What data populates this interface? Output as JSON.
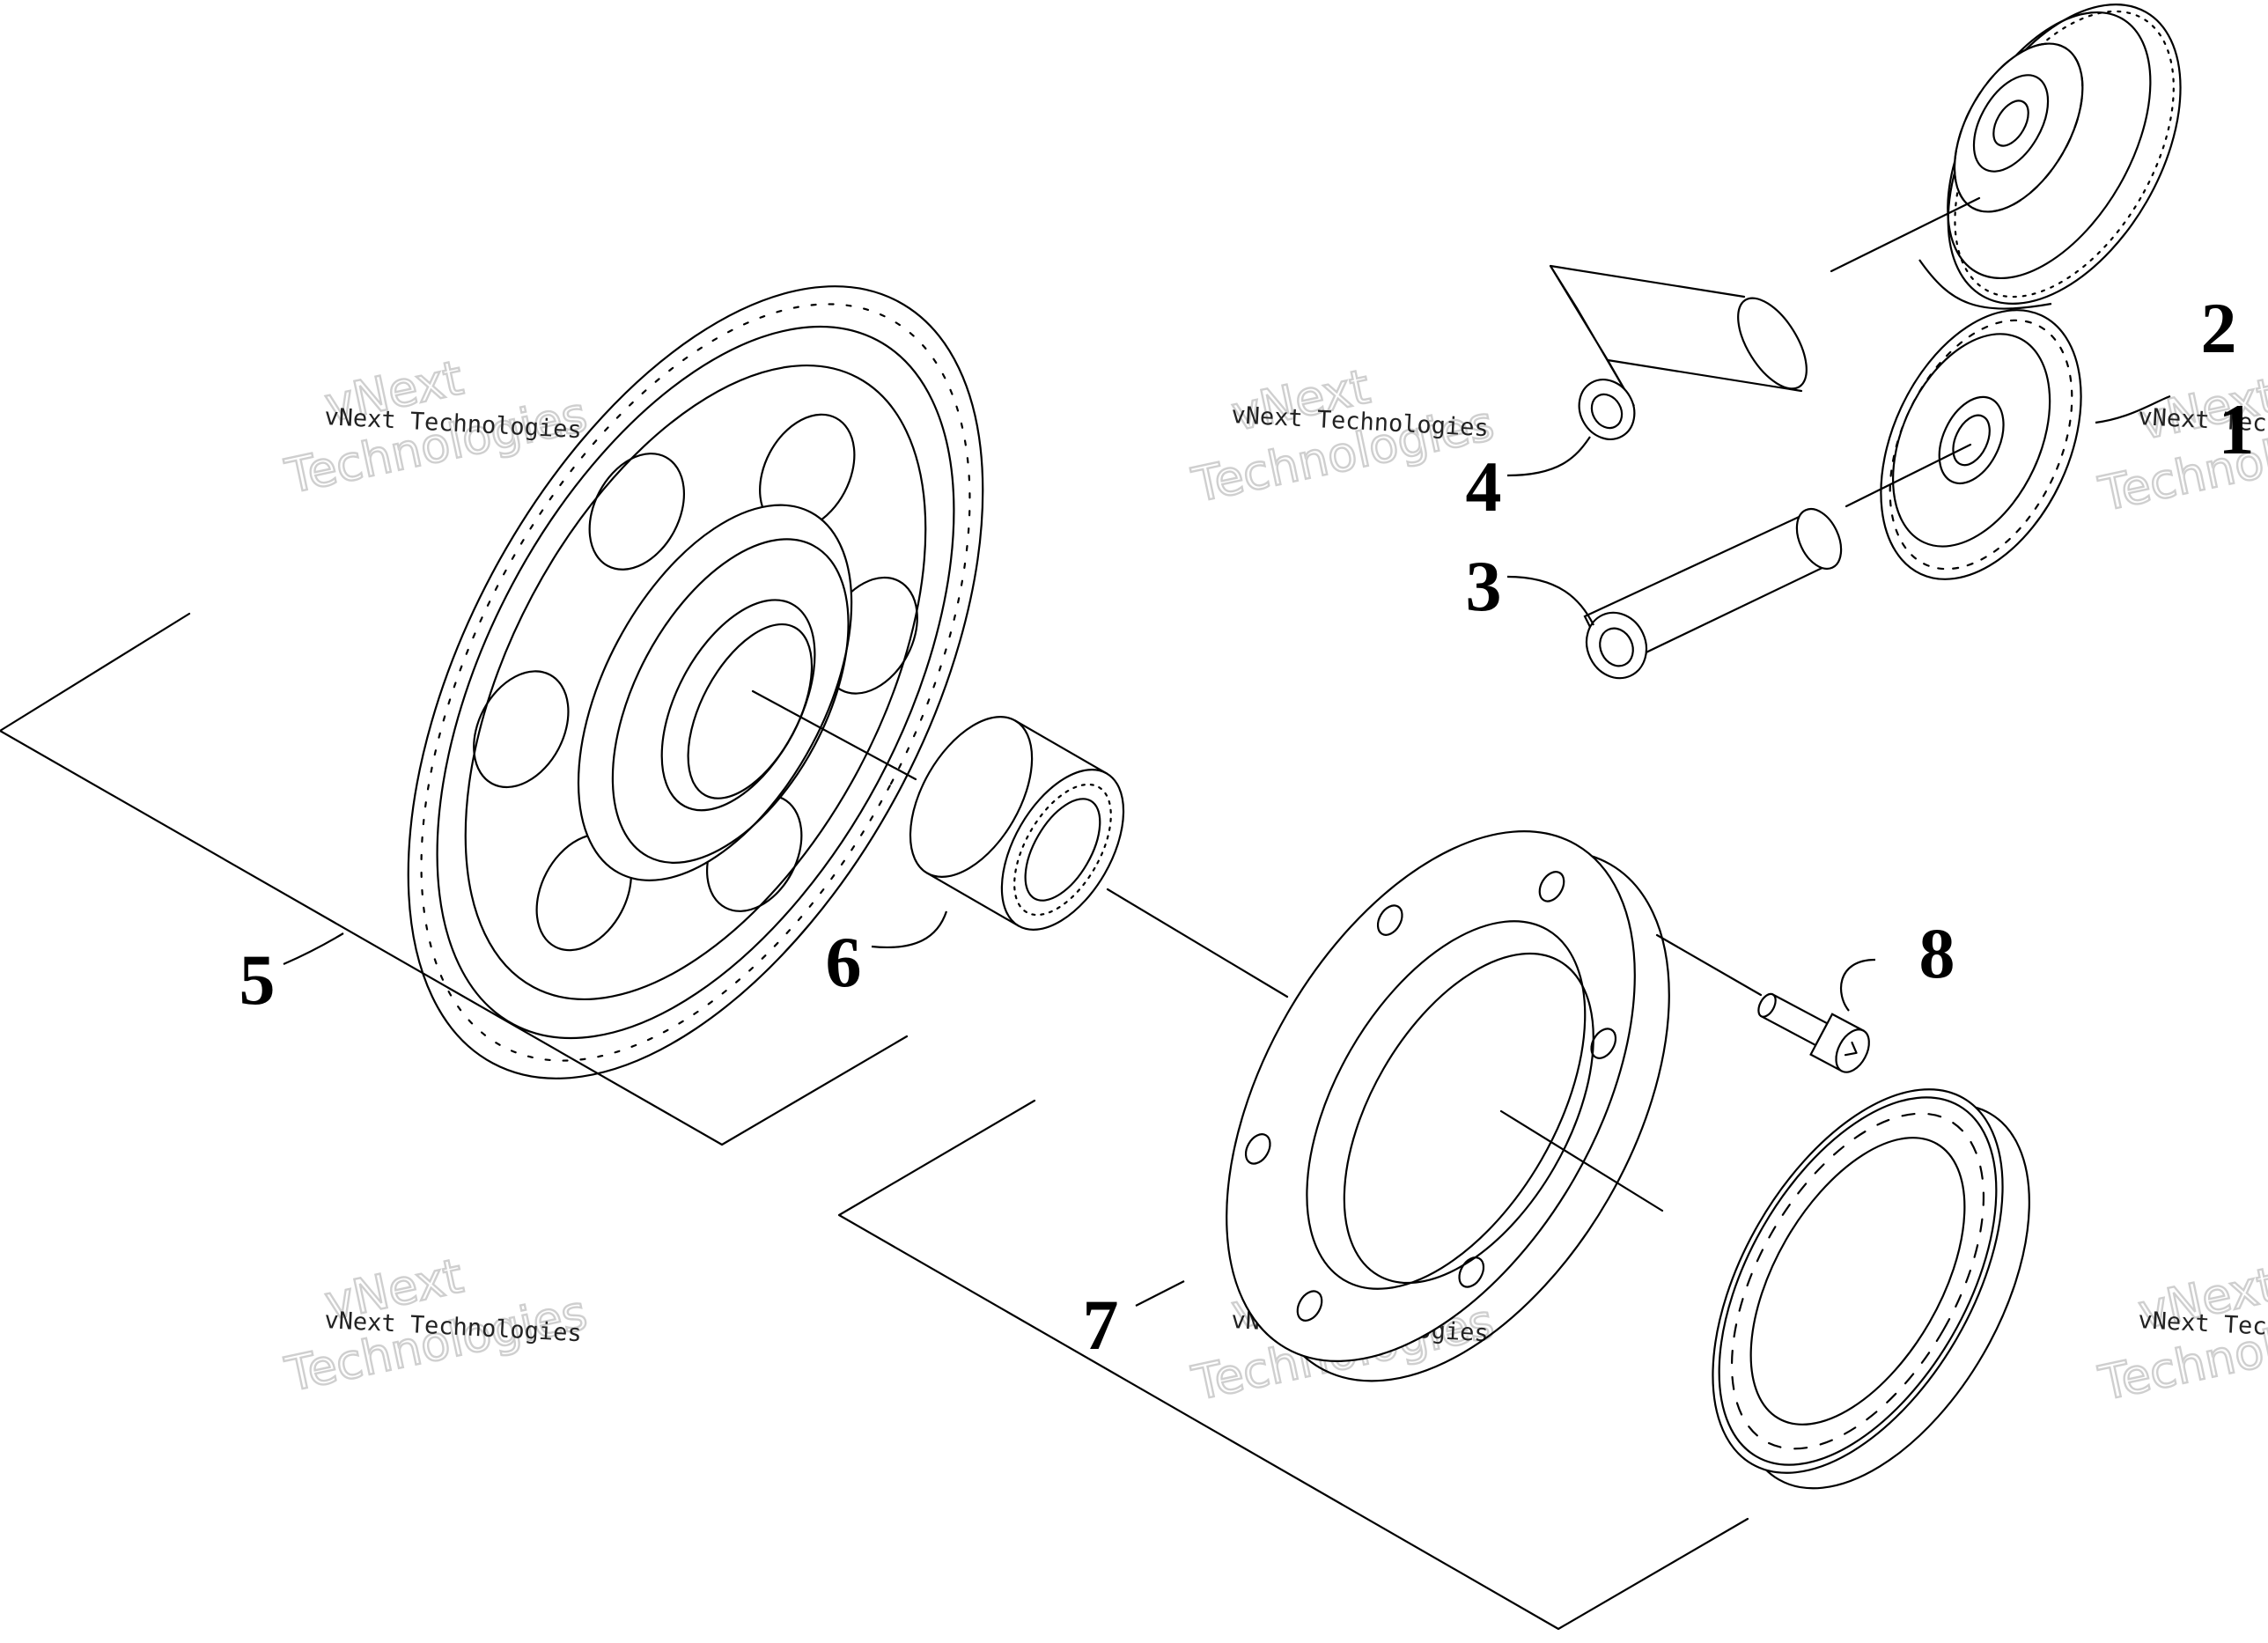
{
  "callouts": {
    "c1": "1",
    "c2": "2",
    "c3": "3",
    "c4": "4",
    "c5": "5",
    "c6": "6",
    "c7": "7",
    "c8": "8"
  },
  "watermark": {
    "line1": "vNext",
    "line2": "Technologies",
    "caption": "vNext Technologies"
  }
}
